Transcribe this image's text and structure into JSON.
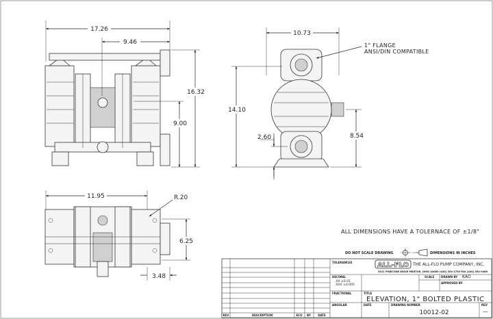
{
  "dimensions": {
    "front": {
      "overall_width": "17.26",
      "center_to_flange": "9.46",
      "overall_height": "16.32",
      "inlet_height": "9.00"
    },
    "side": {
      "width": "10.73",
      "height": "14.10",
      "base_to_outlet": "2.60",
      "air_inlet_height": "8.54",
      "flange_note_1": "1\" FLANGE",
      "flange_note_2": "ANSI/DIN COMPATIBLE"
    },
    "bottom": {
      "mount_width": "11.95",
      "radius": "R.20",
      "mount_depth": "6.25",
      "offset": "3.48"
    }
  },
  "notes": {
    "tolerance": "ALL DIMENSIONS HAVE A TOLERNACE OF ±1/8\"",
    "no_scale": "DO NOT SCALE DRAWING",
    "units": "DIMENSIONS IN INCHES"
  },
  "title_block": {
    "rev_table_headers": [
      "REV",
      "DESCRIPTION",
      "ECO",
      "BY",
      "DATE"
    ],
    "tolerances_label": "TOLERANCES",
    "logo": "ALL-FLO",
    "company": "THE ALL-FLO PUMP COMPANY, INC.",
    "address": "9321 PINECONE DRIVE MENTOR, OHIO 44060 (440) 354-1700 FAX (440) 354-9466",
    "decimal_label": "DECIMAL",
    "decimal_xx": ".XX ±0.01",
    "decimal_xxx": ".XXX ±0.005",
    "scale_label": "SCALE",
    "drawn_by_label": "DRAWN BY",
    "drawn_by": "KAO",
    "approved_by_label": "APPROVED BY",
    "fractional_label": "FRACTIONAL",
    "title_label": "TITLE",
    "title": "ELEVATION, 1\" BOLTED PLASTIC",
    "angular_label": "ANGULAR",
    "date_label": "DATE",
    "drawing_number_label": "DRAWING NUMBER",
    "drawing_number": "10012-02",
    "rev_label": "REV",
    "rev": "—"
  }
}
